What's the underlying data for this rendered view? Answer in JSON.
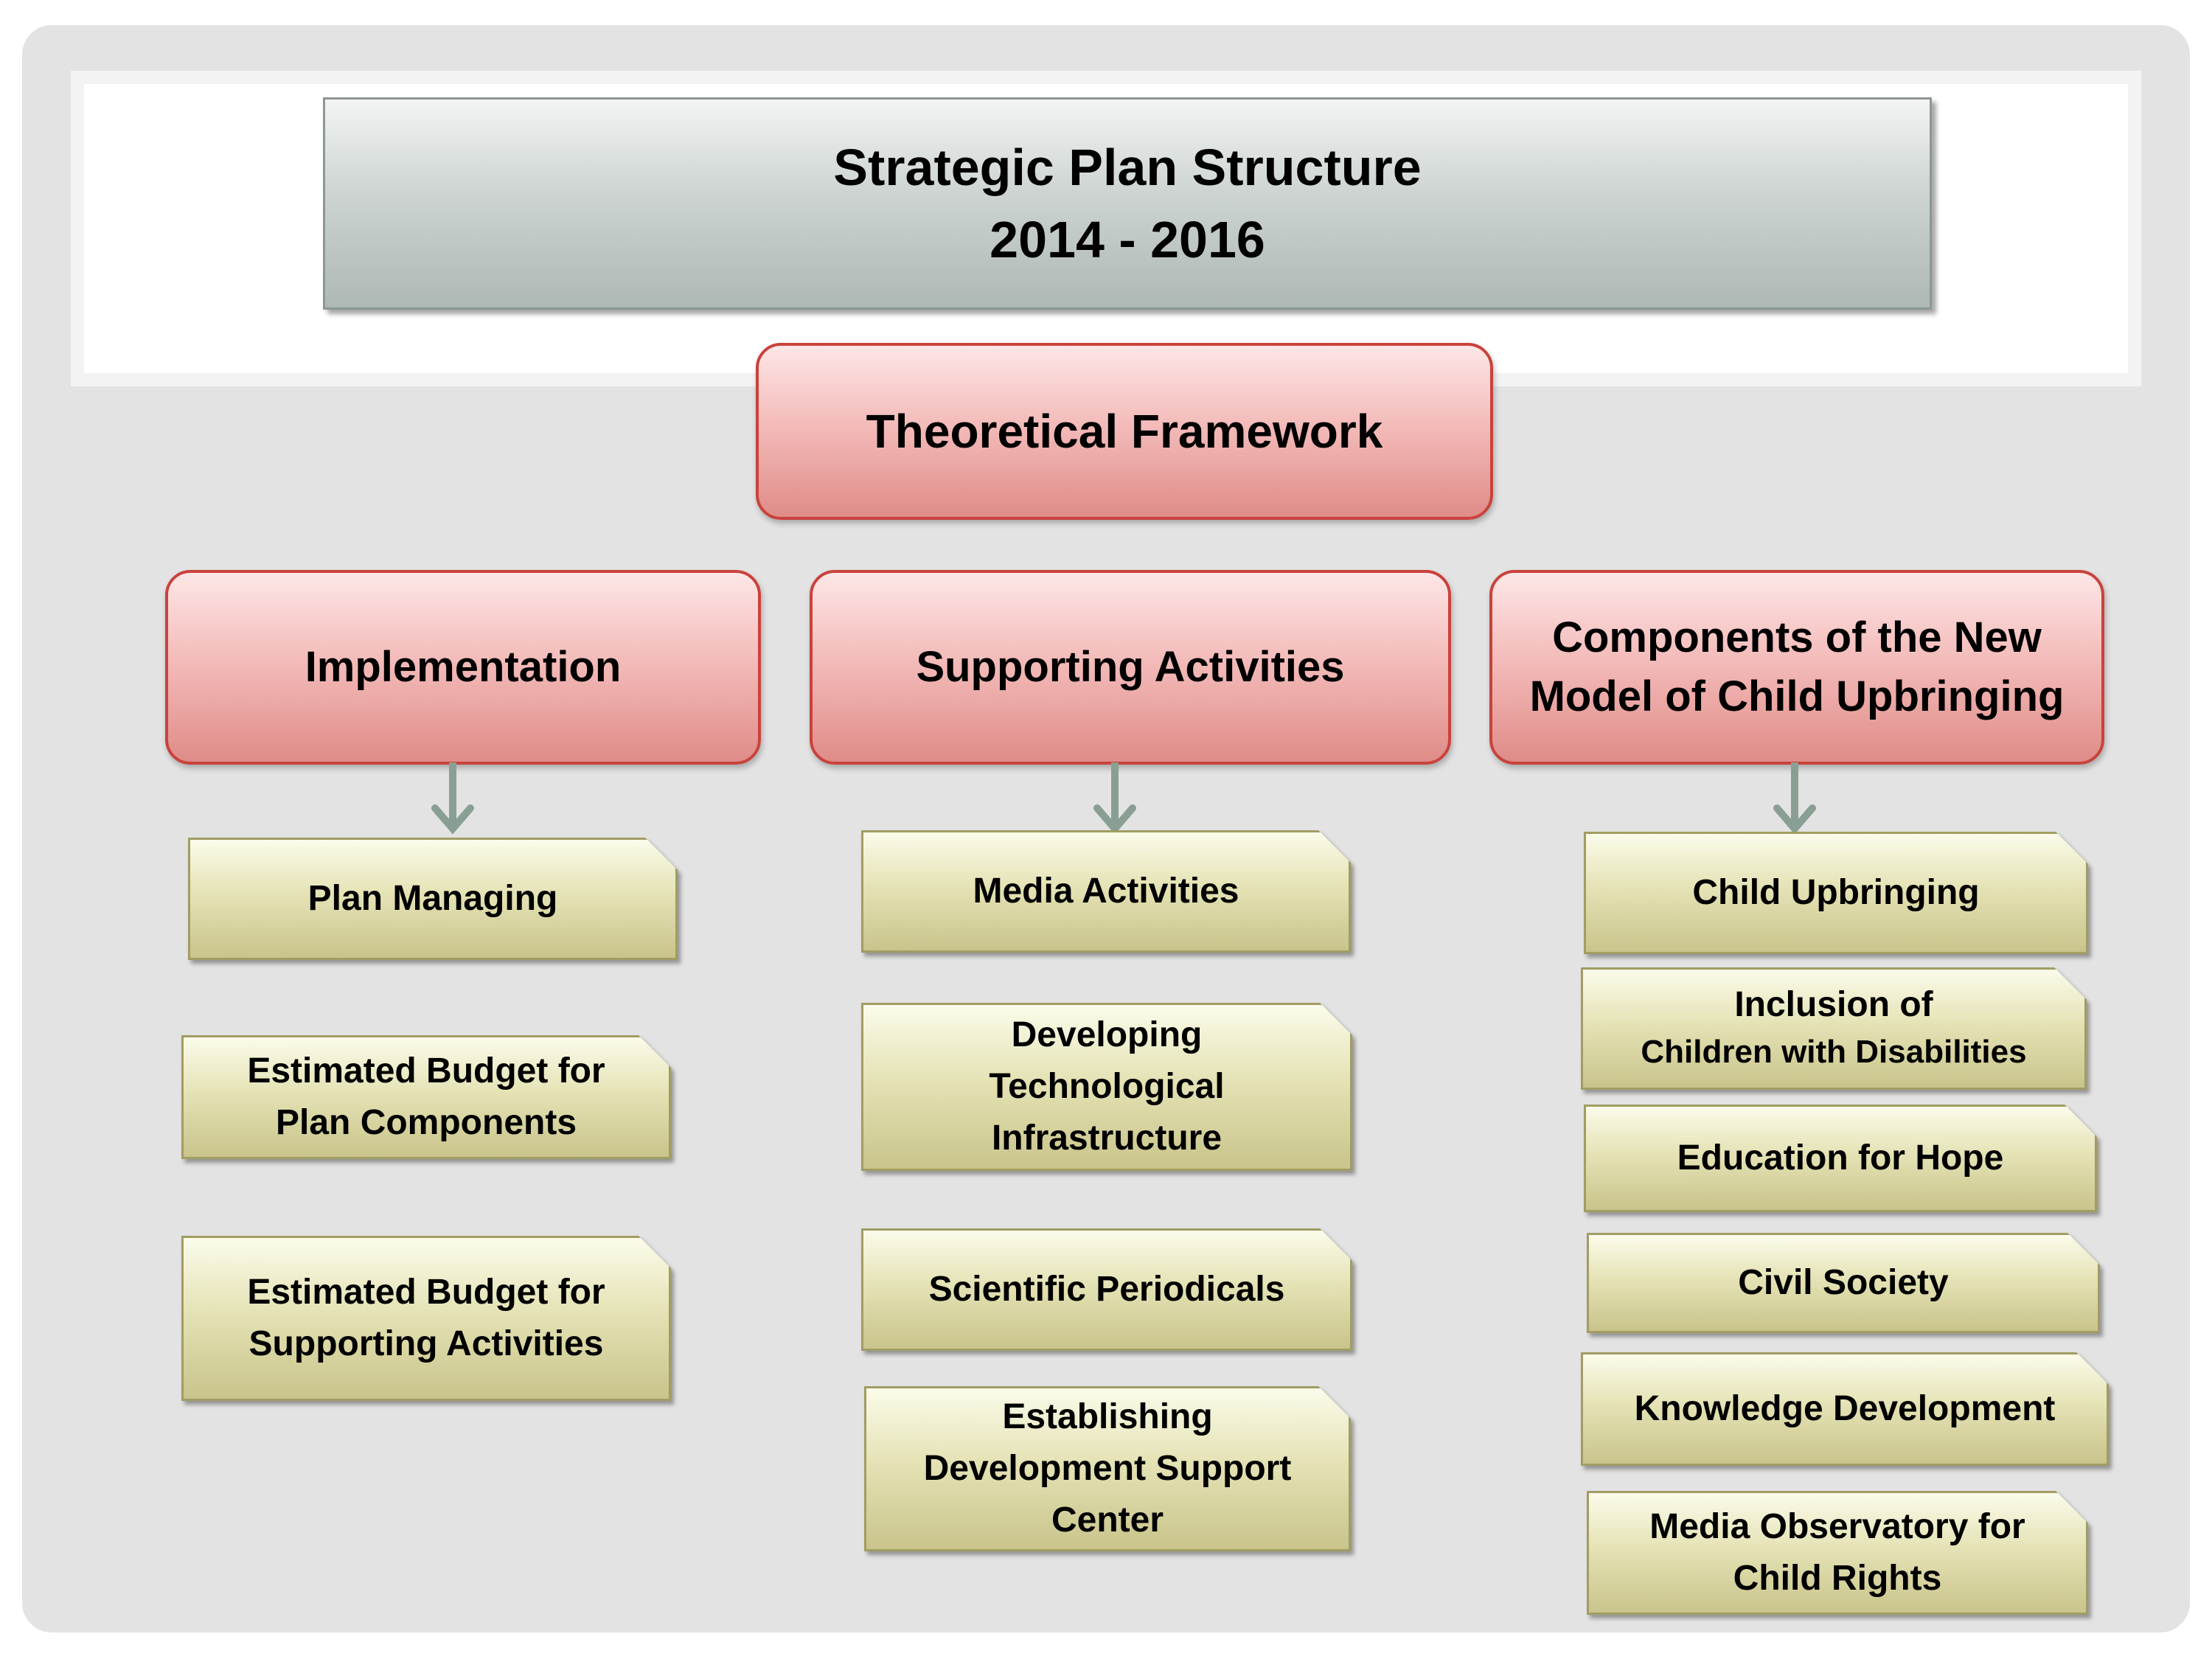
{
  "title": {
    "line1": "Strategic Plan Structure",
    "line2": "2014 - 2016"
  },
  "root": {
    "label": "Theoretical Framework"
  },
  "branches": [
    {
      "label_lines": [
        "Implementation"
      ],
      "items": [
        {
          "lines": [
            "Plan Managing"
          ]
        },
        {
          "lines": [
            "Estimated Budget for",
            "Plan Components"
          ]
        },
        {
          "lines": [
            "Estimated Budget for",
            "Supporting Activities"
          ]
        }
      ]
    },
    {
      "label_lines": [
        "Supporting Activities"
      ],
      "items": [
        {
          "lines": [
            "Media Activities"
          ]
        },
        {
          "lines": [
            "Developing",
            "Technological",
            "Infrastructure"
          ]
        },
        {
          "lines": [
            "Scientific Periodicals"
          ]
        },
        {
          "lines": [
            "Establishing",
            "Development Support",
            "Center"
          ]
        }
      ]
    },
    {
      "label_lines": [
        "Components of the New",
        "Model of Child Upbringing"
      ],
      "items": [
        {
          "lines": [
            "Child Upbringing"
          ]
        },
        {
          "lines": [
            "Inclusion of",
            "Children with Disabilities"
          ]
        },
        {
          "lines": [
            "Education for Hope"
          ]
        },
        {
          "lines": [
            "Civil Society"
          ]
        },
        {
          "lines": [
            "Knowledge Development"
          ]
        },
        {
          "lines": [
            "Media Observatory for",
            "Child Rights"
          ]
        }
      ]
    }
  ],
  "colors": {
    "branch_border": "#c9423c",
    "item_border": "#a19d63",
    "arrow": "#8a9f93"
  }
}
